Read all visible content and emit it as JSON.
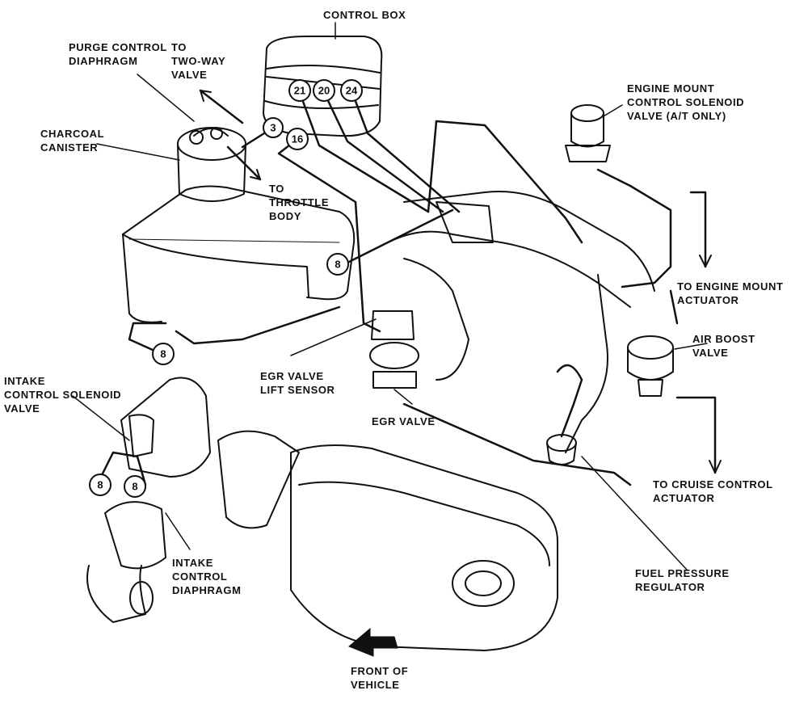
{
  "labels": {
    "control_box": [
      "CONTROL BOX"
    ],
    "purge_control_diaphragm": [
      "PURGE CONTROL",
      "DIAPHRAGM"
    ],
    "to_two_way_valve": [
      "TO",
      "TWO-WAY",
      "VALVE"
    ],
    "charcoal_canister": [
      "CHARCOAL",
      "CANISTER"
    ],
    "to_throttle_body": [
      "TO",
      "THROTTLE",
      "BODY"
    ],
    "engine_mount_solenoid": [
      "ENGINE MOUNT",
      "CONTROL SOLENOID",
      "VALVE (A/T ONLY)"
    ],
    "to_engine_mount_actuator": [
      "TO ENGINE MOUNT",
      "ACTUATOR"
    ],
    "air_boost_valve": [
      "AIR BOOST",
      "VALVE"
    ],
    "egr_lift_sensor": [
      "EGR VALVE",
      "LIFT SENSOR"
    ],
    "egr_valve": [
      "EGR VALVE"
    ],
    "intake_control_solenoid": [
      "INTAKE",
      "CONTROL SOLENOID",
      "VALVE"
    ],
    "intake_control_diaphragm": [
      "INTAKE",
      "CONTROL",
      "DIAPHRAGM"
    ],
    "to_cruise_control_actuator": [
      "TO CRUISE CONTROL",
      "ACTUATOR"
    ],
    "fuel_pressure_regulator": [
      "FUEL PRESSURE",
      "REGULATOR"
    ],
    "front_of_vehicle": [
      "FRONT OF",
      "VEHICLE"
    ]
  },
  "hose_numbers": {
    "n21": "21",
    "n20": "20",
    "n24": "24",
    "n3": "3",
    "n16": "16",
    "n8_center": "8",
    "n8_left": "8",
    "n8_a": "8",
    "n8_b": "8"
  }
}
